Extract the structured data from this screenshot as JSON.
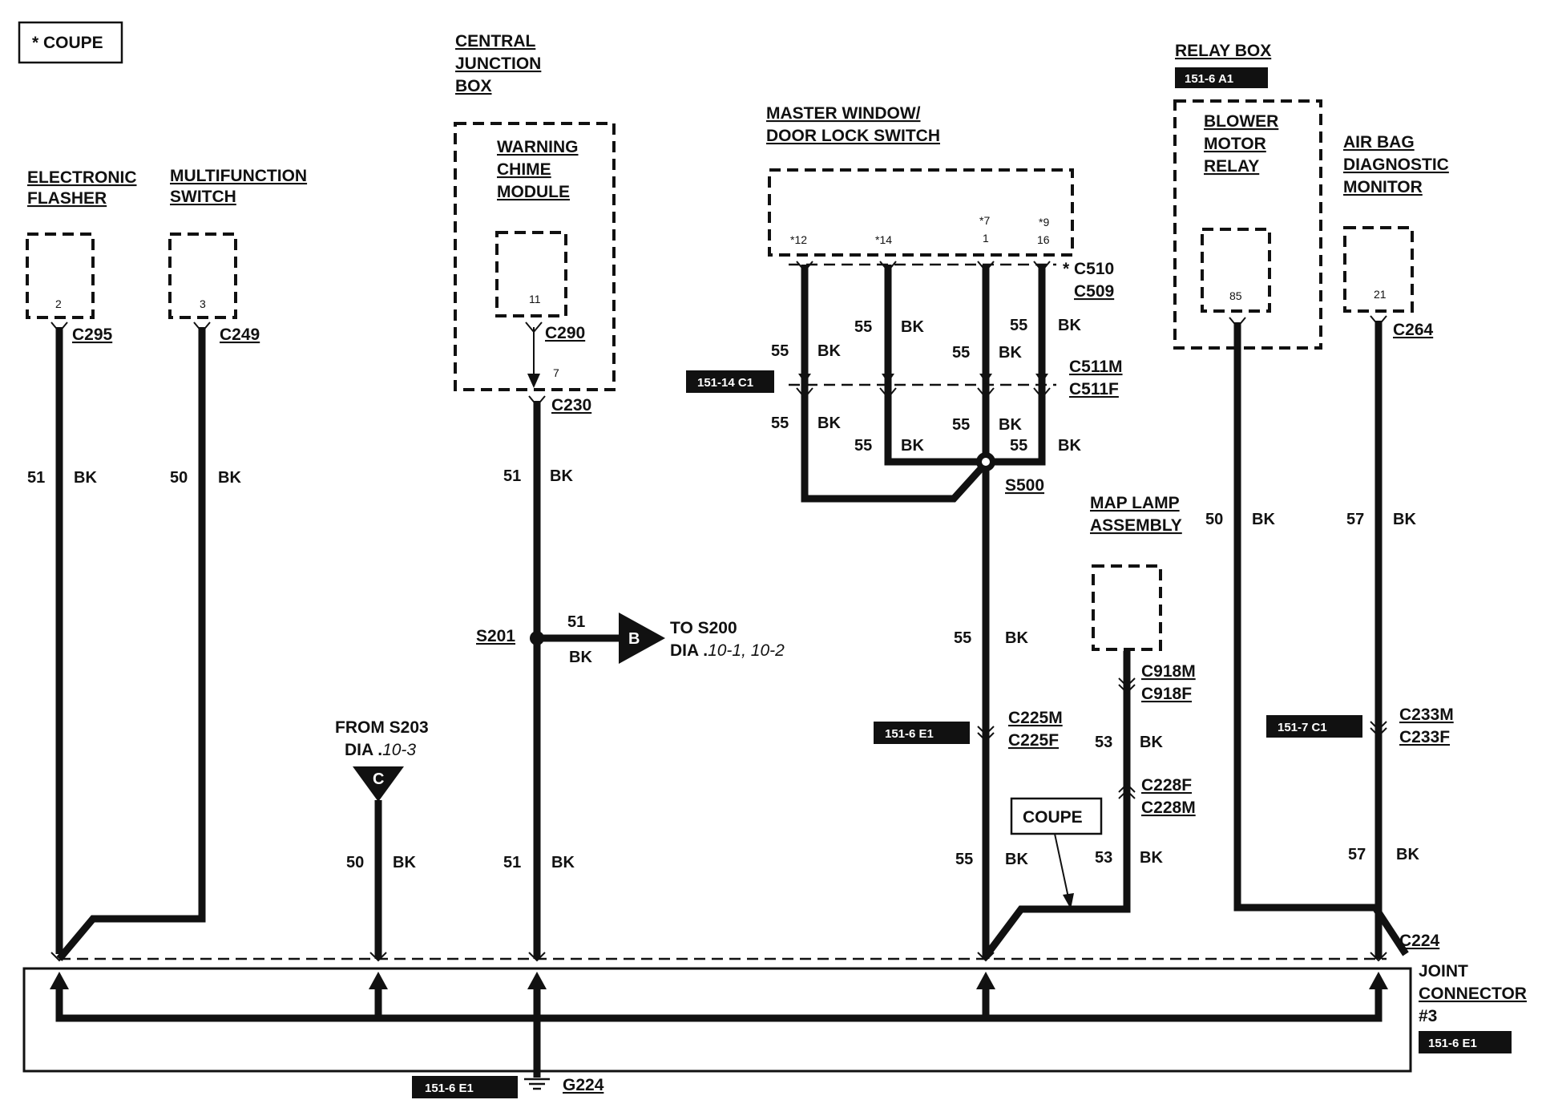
{
  "legend": {
    "coupe_note": "* COUPE"
  },
  "components": {
    "electronic_flasher": {
      "line1": "ELECTRONIC",
      "line2": "FLASHER",
      "pin": "2",
      "connector": "C295"
    },
    "multifunction_switch": {
      "line1": "MULTIFUNCTION",
      "line2": "SWITCH",
      "pin": "3",
      "connector": "C249"
    },
    "central_junction_box": {
      "line1": "CENTRAL",
      "line2": "JUNCTION",
      "line3": "BOX"
    },
    "warning_chime_module": {
      "line1": "WARNING",
      "line2": "CHIME",
      "line3": "MODULE",
      "pin": "11",
      "connector": "C290",
      "exit_pin": "7",
      "exit_connector": "C230"
    },
    "master_window_switch": {
      "line1": "MASTER WINDOW/",
      "line2": "DOOR LOCK SWITCH",
      "pins": [
        "*12",
        "*14",
        "*7",
        "1",
        "*9",
        "16"
      ],
      "connector_a": "* C510",
      "connector_b": "C509"
    },
    "relay_box": {
      "title": "RELAY BOX",
      "ref": "151-6 A1"
    },
    "blower_motor_relay": {
      "line1": "BLOWER",
      "line2": "MOTOR",
      "line3": "RELAY",
      "pin": "85"
    },
    "air_bag_monitor": {
      "line1": "AIR BAG",
      "line2": "DIAGNOSTIC",
      "line3": "MONITOR",
      "pin": "21",
      "connector": "C264"
    },
    "map_lamp": {
      "line1": "MAP LAMP",
      "line2": "ASSEMBLY"
    },
    "joint_connector": {
      "line1": "JOINT",
      "line2": "CONNECTOR",
      "line3": "#3",
      "connector": "C224",
      "ref": "151-6 E1"
    },
    "ground": {
      "id": "G224",
      "ref": "151-6 E1"
    }
  },
  "connectors": {
    "c511m": "C511M",
    "c511f": "C511F",
    "c511_ref": "151-14 C1",
    "s500": "S500",
    "c225m": "C225M",
    "c225f": "C225F",
    "c225_ref": "151-6 E1",
    "c918m": "C918M",
    "c918f": "C918F",
    "c228f": "C228F",
    "c228m": "C228M",
    "c233m": "C233M",
    "c233f": "C233F",
    "c233_ref": "151-7 C1",
    "s201": "S201"
  },
  "wires": {
    "w51": "51",
    "w50": "50",
    "w55": "55",
    "w53": "53",
    "w57": "57",
    "color_bk": "BK"
  },
  "off_page": {
    "to_s200_line1": "TO S200",
    "to_s200_dia": "DIA .",
    "to_s200_pages": "10-1, 10-2",
    "marker_b": "B",
    "from_s203_line1": "FROM S203",
    "from_s203_dia": "DIA .",
    "from_s203_page": "10-3",
    "marker_c": "C"
  },
  "callouts": {
    "coupe_box": "COUPE"
  }
}
